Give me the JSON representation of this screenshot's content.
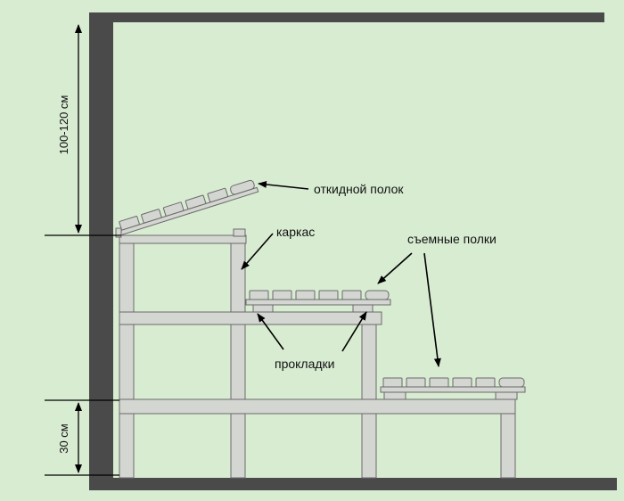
{
  "colors": {
    "background": "#d8ecd2",
    "wall": "#4a4a4a",
    "wood_fill": "#d4d6d2",
    "wood_stroke": "#6a6a6a",
    "line": "#000000"
  },
  "labels": {
    "folding_shelf": "откидной полок",
    "frame": "каркас",
    "removable_shelves": "съемные полки",
    "spacers": "прокладки"
  },
  "dimensions": {
    "upper": "100-120 см",
    "lower": "30 см"
  }
}
